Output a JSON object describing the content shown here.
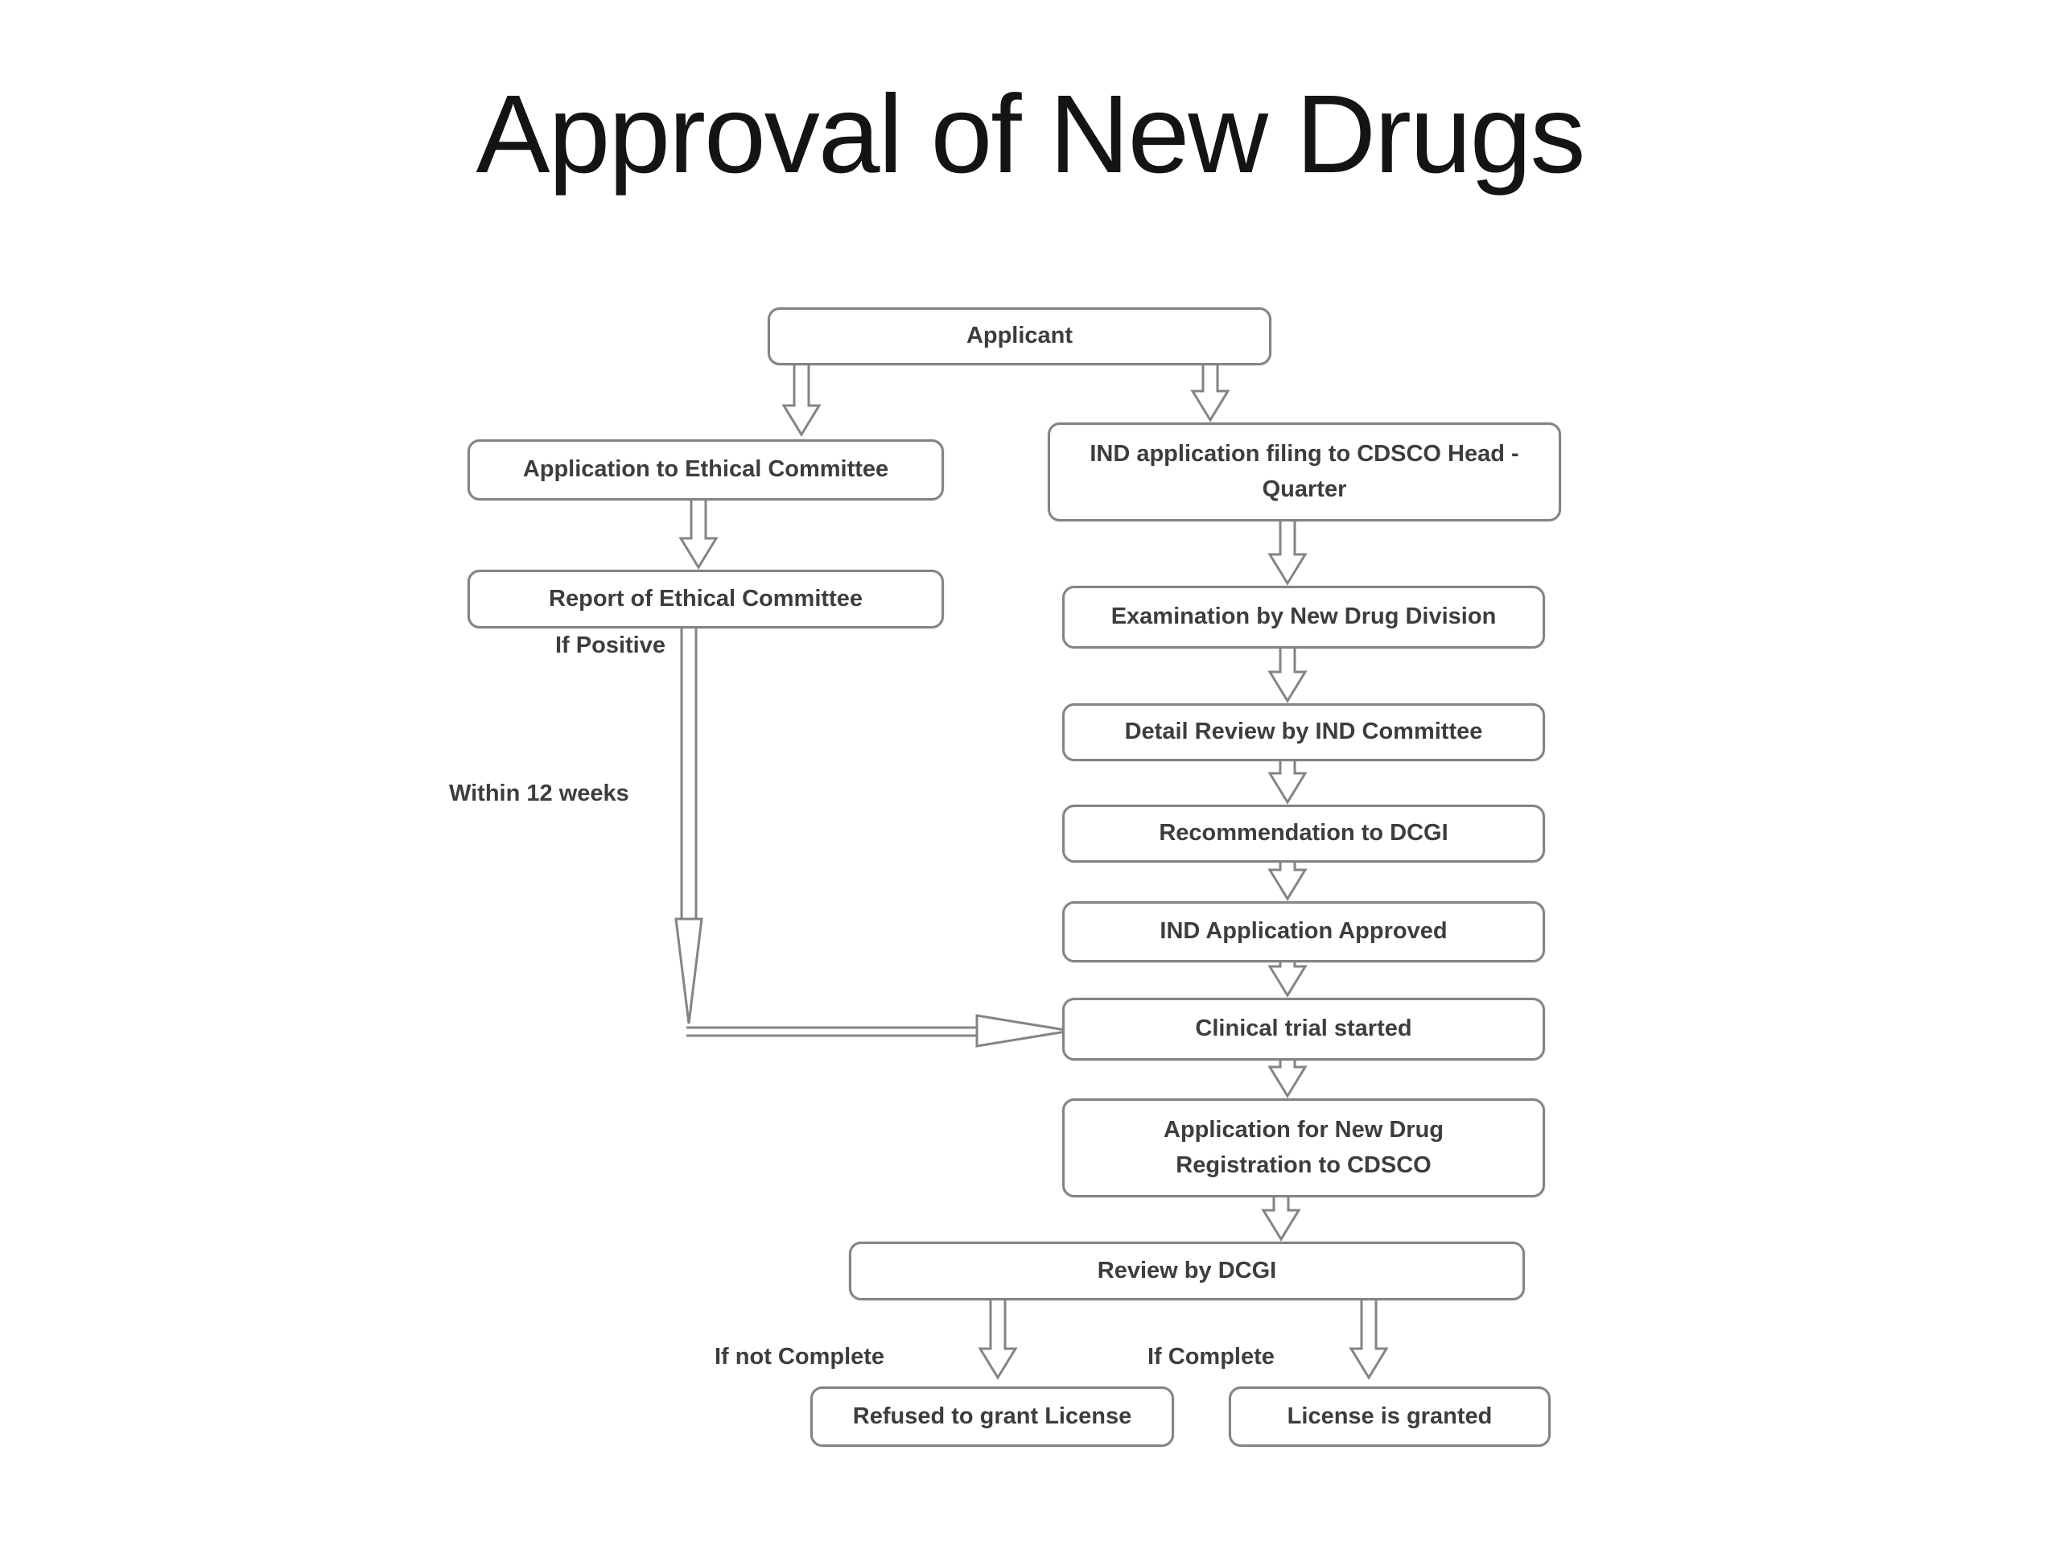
{
  "title": "Approval of New Drugs",
  "colors": {
    "background": "#ffffff",
    "box_border": "#848484",
    "box_fill": "#ffffff",
    "box_text": "#3d3d3d",
    "arrow_stroke": "#848484",
    "title_text": "#141414"
  },
  "flowchart": {
    "nodes": {
      "applicant": {
        "label": "Applicant"
      },
      "ethical_application": {
        "label": "Application to Ethical Committee"
      },
      "ethical_report": {
        "label": "Report of Ethical Committee"
      },
      "ind_filing": {
        "label": "IND application filing to CDSCO Head - Quarter"
      },
      "examination": {
        "label": "Examination by New Drug Division"
      },
      "detail_review": {
        "label": "Detail Review by IND Committee"
      },
      "recommendation": {
        "label": "Recommendation to DCGI"
      },
      "ind_approved": {
        "label": "IND Application Approved"
      },
      "clinical_trial": {
        "label": "Clinical trial started"
      },
      "new_drug_registration": {
        "label": "Application for New Drug Registration to CDSCO"
      },
      "review_dcgi": {
        "label": "Review by DCGI"
      },
      "refused": {
        "label": "Refused to grant License"
      },
      "granted": {
        "label": "License is granted"
      }
    },
    "edge_labels": {
      "if_positive": "If Positive",
      "within_12_weeks": "Within 12 weeks",
      "if_not_complete": "If not Complete",
      "if_complete": "If Complete"
    }
  }
}
